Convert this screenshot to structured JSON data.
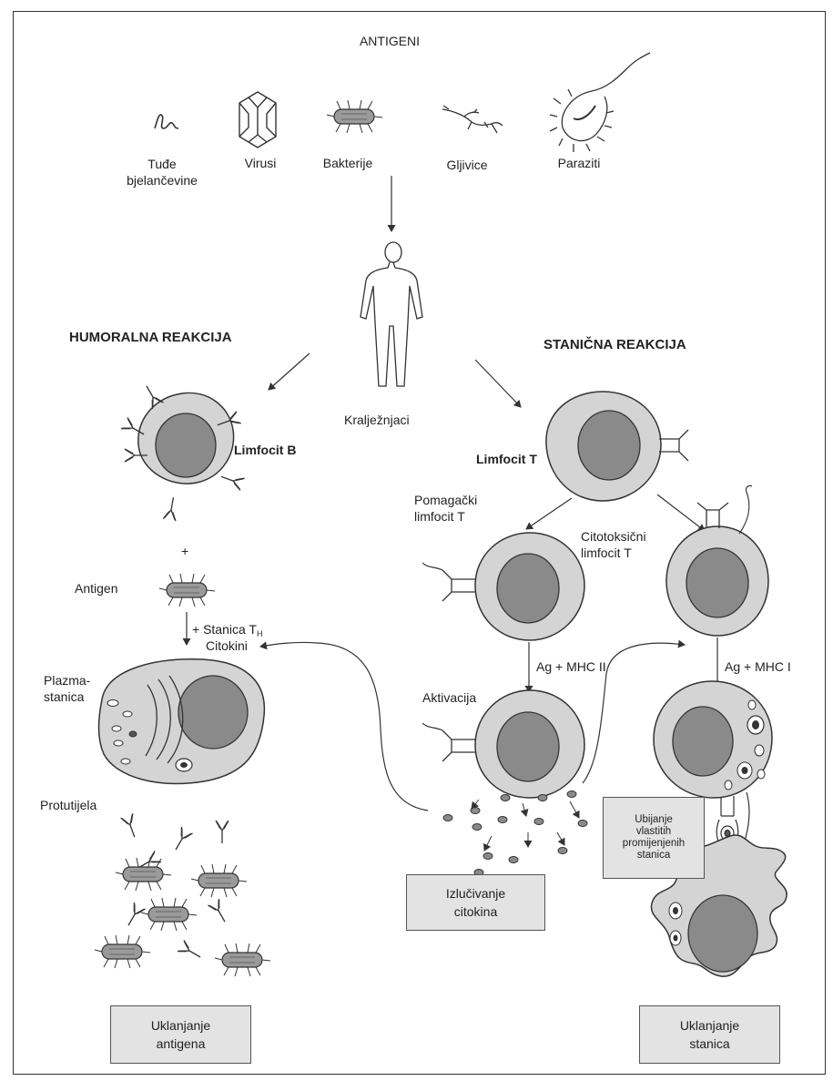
{
  "title": "ANTIGENI",
  "antigens": {
    "proteins": "Tuđe\nbjelančevine",
    "viruses": "Virusi",
    "bacteria": "Bakterije",
    "fungi": "Gljivice",
    "parasites": "Paraziti"
  },
  "human_label": "Kralježnjaci",
  "humoral": {
    "heading": "HUMORALNA REAKCIJA",
    "b_cell": "Limfocit B",
    "plus": "+",
    "antigen": "Antigen",
    "stanica": "+ Stanica T",
    "stanica_sub": "H",
    "citokini": "Citokini",
    "plasma": "Plazma-\nstanica",
    "antibodies": "Protutijela",
    "result": "Uklanjanje\nantigena"
  },
  "cellular": {
    "heading": "STANIČNA REAKCIJA",
    "t_cell": "Limfocit T",
    "helper": "Pomagački\nlimfocit T",
    "cytotoxic": "Citotoksični\nlimfocit T",
    "mhc2": "Ag + MHC II",
    "mhc1": "Ag + MHC I",
    "activation": "Aktivacija",
    "cytokines_box": "Izlučivanje\ncitokina",
    "killing_box": "Ubijanje\nvlastitih\npromijenjenih\nstanica",
    "result": "Uklanjanje\nstanica"
  }
}
